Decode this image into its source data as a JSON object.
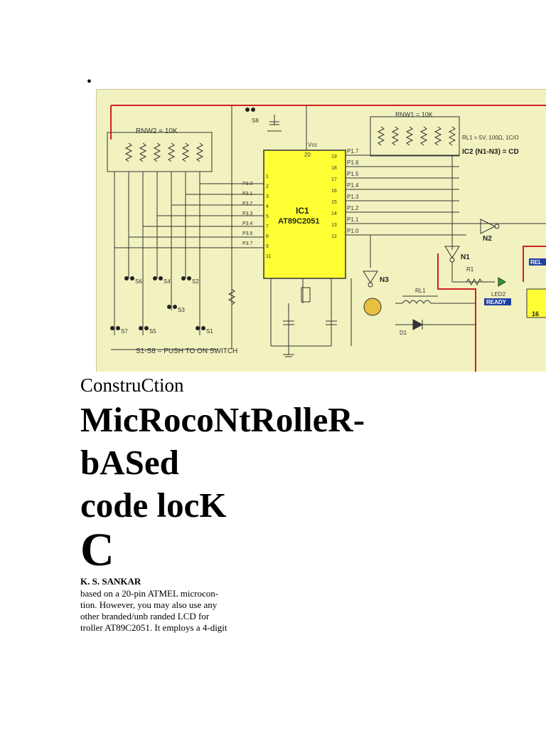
{
  "page": {
    "bullet": "•"
  },
  "schematic": {
    "ic1_name": "IC1",
    "ic1_part": "AT89C2051",
    "ic1_top_pin": "20",
    "vcc_label": "Vcc",
    "rnw2_label": "RNW2 = 10K",
    "rnw1_label": "RNW1 = 10K",
    "rl1_note": "RL1 = 5V, 100Ω, 1C/O",
    "ic2_note": "IC2 (N1-N3) = CD",
    "switch_note": "S1-S8 = PUSH TO ON SWITCH",
    "left_pins": [
      "1",
      "2",
      "3",
      "4",
      "5",
      "7",
      "8",
      "9",
      "11"
    ],
    "left_signals": [
      "P3.0",
      "P3.1",
      "P3.2",
      "P3.3",
      "P3.4",
      "P3.5",
      "P3.7"
    ],
    "right_pins": [
      "19",
      "18",
      "17",
      "16",
      "15",
      "14",
      "13",
      "12"
    ],
    "right_ports": [
      "P1.7",
      "P1.6",
      "P1.5",
      "P1.4",
      "P1.3",
      "P1.2",
      "P1.1",
      "P1.0"
    ],
    "n1": "N1",
    "n2": "N2",
    "n3": "N3",
    "led2": "LED2",
    "ready": "READY",
    "r1": "R1",
    "rl1": "RL1",
    "d1": "D1",
    "ic3_pin": "16",
    "rel": "REL",
    "s1": "S1",
    "s2": "S2",
    "s3": "S3",
    "s4": "S4",
    "s5": "S5",
    "s6": "S6",
    "s7": "S7",
    "s8": "S8"
  },
  "article": {
    "section": "ConstruCtion",
    "title_lines": [
      "MicRocoNtRolleR-",
      "bASed",
      "code locK"
    ],
    "dropcap": "C",
    "author": "K. S. SANKAR",
    "body_lines": [
      "based on  a  20-pin  ATMEL microcon-",
      "tion. However, you may also use any",
      "other  branded/unb randed  LCD   for",
      "troller AT89C2051. It employs a 4-digit"
    ]
  }
}
